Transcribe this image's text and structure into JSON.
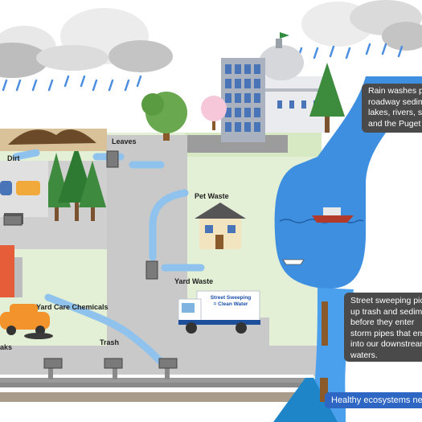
{
  "labels": {
    "dirt": "Dirt",
    "leaves": "Leaves",
    "pet_waste": "Pet Waste",
    "yard_waste": "Yard Waste",
    "yard_care_chemicals": "Yard Care Chemicals",
    "trash": "Trash",
    "leaks": "aks"
  },
  "callouts": {
    "rain_washes": "Rain washes p\nroadway sedim\nlakes, rivers, st\nand the Puget",
    "street_sweeping": "Street sweeping picks\nup trash and sediment\nbefore they enter\nstorm pipes that empty\ninto our downstream\nwaters.",
    "healthy_ecosystems": "Healthy ecosystems need"
  },
  "truck": {
    "line1": "Street Sweeping",
    "line2": "= Clean Water"
  },
  "colors": {
    "water": "#3f8fe0",
    "runoff": "#8fc3ee",
    "road": "#c9c9c9",
    "grass": "#e4f0d6",
    "callout_gray": "#4a4a4a",
    "callout_blue": "#2d66c3"
  }
}
